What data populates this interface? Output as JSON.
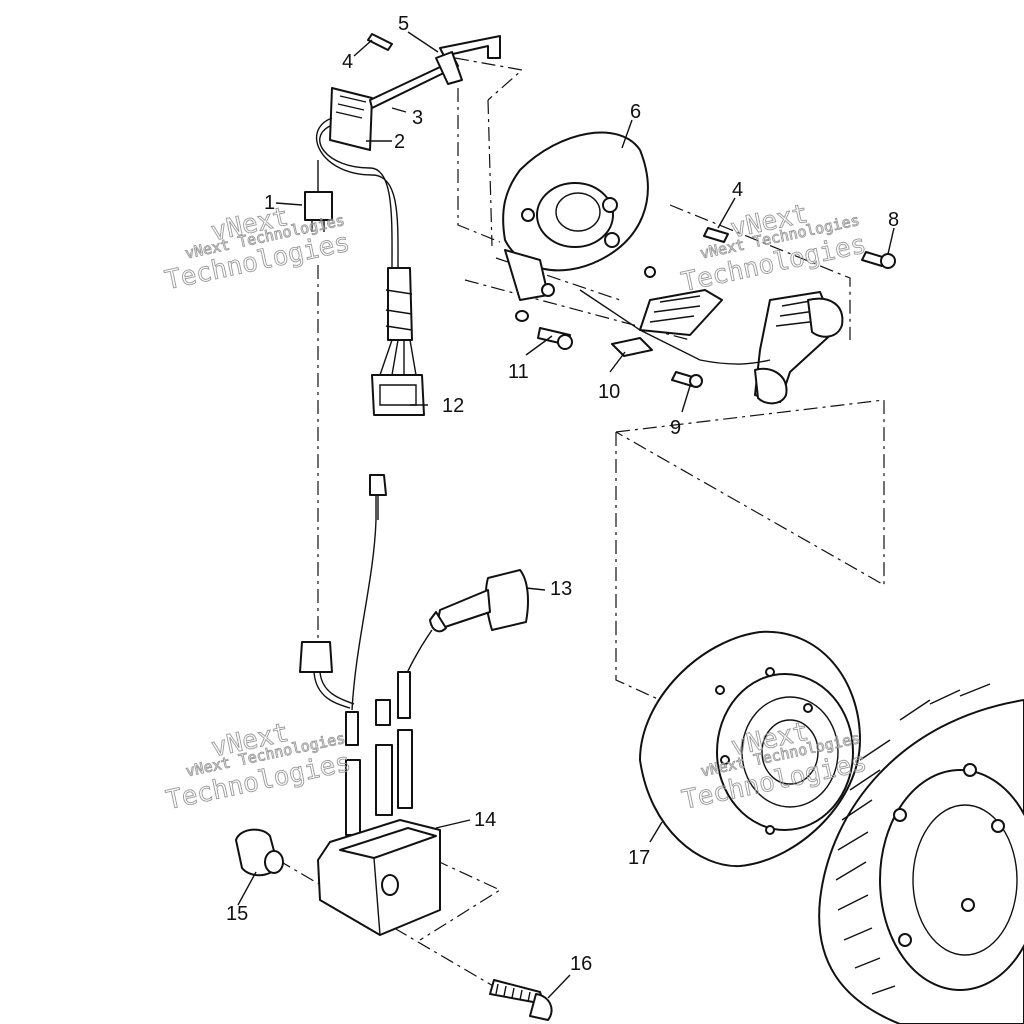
{
  "callouts": {
    "c1": "1",
    "c2": "2",
    "c3": "3",
    "c4a": "4",
    "c5": "5",
    "c6": "6",
    "c4b": "4",
    "c8": "8",
    "c9": "9",
    "c10": "10",
    "c11": "11",
    "c12": "12",
    "c13": "13",
    "c14": "14",
    "c15": "15",
    "c16": "16",
    "c17": "17"
  },
  "watermark": {
    "brand": "vNext",
    "full": "vNext Technologies",
    "tail": "Technologies"
  },
  "colors": {
    "line": "#111111",
    "background": "#ffffff",
    "watermark": "#9a9a9a"
  }
}
